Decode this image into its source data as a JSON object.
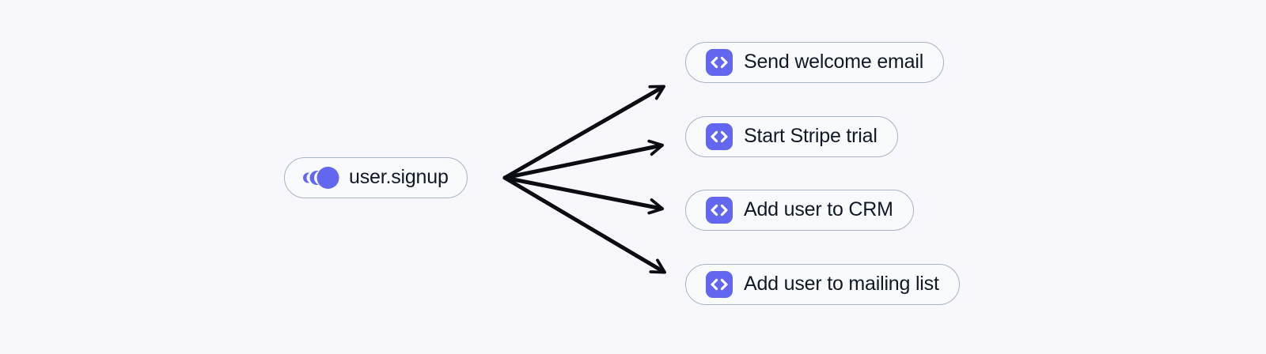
{
  "diagram": {
    "trigger": {
      "label": "user.signup",
      "icon": "event-signal-icon"
    },
    "functions": [
      {
        "label": "Send welcome email",
        "icon": "code-brackets-icon"
      },
      {
        "label": "Start Stripe trial",
        "icon": "code-brackets-icon"
      },
      {
        "label": "Add user to CRM",
        "icon": "code-brackets-icon"
      },
      {
        "label": "Add user to mailing list",
        "icon": "code-brackets-icon"
      }
    ],
    "edges": [
      {
        "from": "user.signup",
        "to": "Send welcome email"
      },
      {
        "from": "user.signup",
        "to": "Start Stripe trial"
      },
      {
        "from": "user.signup",
        "to": "Add user to CRM"
      },
      {
        "from": "user.signup",
        "to": "Add user to mailing list"
      }
    ],
    "colors": {
      "accent": "#6366ee",
      "node_border": "#a8b3c5",
      "node_fill": "#f8fafc",
      "arrow": "#0b0d12",
      "text": "#111827",
      "background": "#f8f8fc"
    }
  }
}
